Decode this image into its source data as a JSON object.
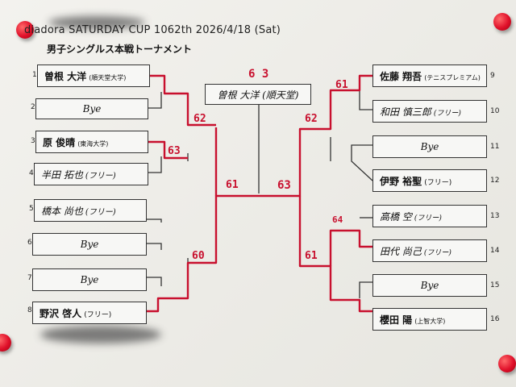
{
  "header": {
    "title": "diadora SATURDAY CUP 1062th 2026/4/18 (Sat)",
    "subtitle": "男子シングルス本戦トーナメント"
  },
  "left": [
    {
      "num": "1",
      "name": "曽根 大洋",
      "affil": "(順天堂大学)"
    },
    {
      "num": "2",
      "name": "Bye",
      "affil": ""
    },
    {
      "num": "3",
      "name": "原 俊晴",
      "affil": "(東海大学)"
    },
    {
      "num": "4",
      "name": "半田 拓也",
      "affil": "(フリー)"
    },
    {
      "num": "5",
      "name": "橋本 尚也",
      "affil": "(フリー)"
    },
    {
      "num": "6",
      "name": "Bye",
      "affil": ""
    },
    {
      "num": "7",
      "name": "Bye",
      "affil": ""
    },
    {
      "num": "8",
      "name": "野沢 啓人",
      "affil": "(フリー)"
    }
  ],
  "right": [
    {
      "num": "9",
      "name": "佐藤 翔吾",
      "affil": "(テニスプレミアム)"
    },
    {
      "num": "10",
      "name": "和田 慎三郎",
      "affil": "(フリー)"
    },
    {
      "num": "11",
      "name": "Bye",
      "affil": ""
    },
    {
      "num": "12",
      "name": "伊野 裕聖",
      "affil": "(フリー)"
    },
    {
      "num": "13",
      "name": "高橋 空",
      "affil": "(フリー)"
    },
    {
      "num": "14",
      "name": "田代 尚己",
      "affil": "(フリー)"
    },
    {
      "num": "15",
      "name": "Bye",
      "affil": ""
    },
    {
      "num": "16",
      "name": "櫻田 陽",
      "affil": "(上智大学)"
    }
  ],
  "final": {
    "winner": "曽根 大洋 (順天堂)",
    "score": "6 3"
  },
  "scores": {
    "l_r1_34": "63",
    "l_qf_top": "62",
    "l_qf_bot": "60",
    "l_sf": "61",
    "r_qf_top": "61",
    "r_qf_top2": "62",
    "r_r1_1314": "64",
    "r_qf_bot": "61",
    "r_sf": "63"
  },
  "colors": {
    "winner_line": "#c8102e",
    "bracket_line": "#333333",
    "pin": "#e0102a"
  }
}
